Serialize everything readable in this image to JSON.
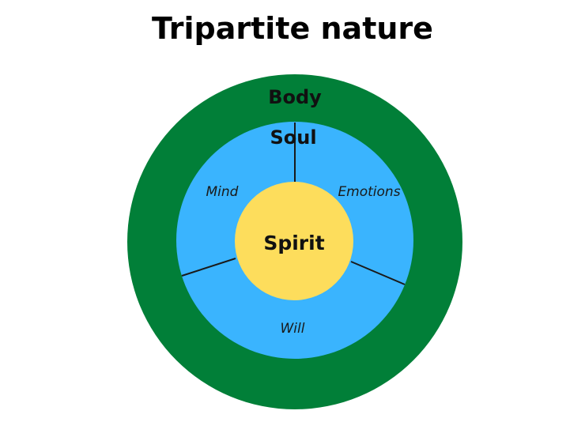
{
  "title": "Tripartite nature",
  "layers": {
    "body": {
      "label": "Body",
      "color": "#017F38"
    },
    "soul": {
      "label": "Soul",
      "color": "#3AB4FE"
    },
    "spirit": {
      "label": "Spirit",
      "color": "#FDDD5C"
    }
  },
  "soul_parts": {
    "mind": "Mind",
    "emotions": "Emotions",
    "will": "Will"
  },
  "divider_color": "#1a1a1a"
}
